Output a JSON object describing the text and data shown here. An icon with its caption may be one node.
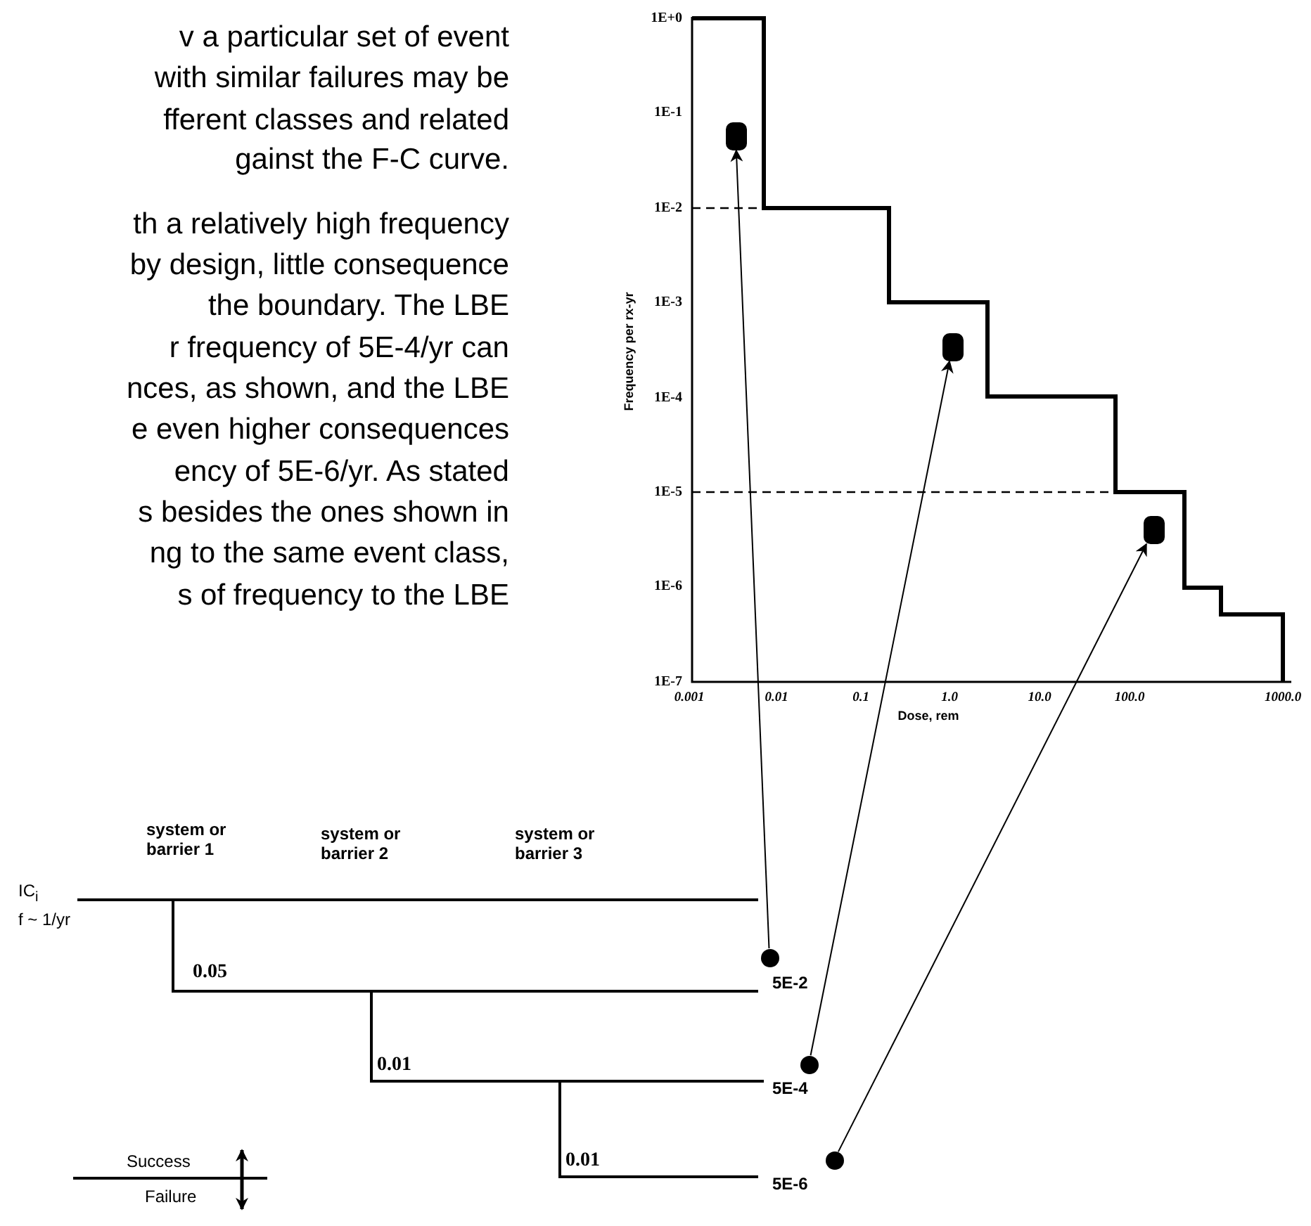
{
  "diagram": {
    "nodes": [
      {
        "text": [],
        "shape": "box"
      },
      {
        "text": [],
        "shape": "box"
      },
      {
        "text": [],
        "shape": "box"
      },
      {
        "text": [],
        "shape": "circle"
      },
      {
        "text": [],
        "shape": "circle"
      },
      {
        "text": [],
        "shape": "circle"
      }
    ],
    "edges": [
      {
        "from": 3,
        "to": 0,
        "arrow": "to"
      },
      {
        "from": 4,
        "to": 1,
        "arrow": "to"
      },
      {
        "from": 5,
        "to": 2,
        "arrow": "to"
      }
    ],
    "labels": [
      "v a particular set of event",
      "with similar failures may be",
      "fferent classes and related",
      "gainst the F-C curve.",
      "th a relatively high frequency",
      "by design, little consequence",
      "the boundary. The LBE",
      "r frequency of 5E-4/yr can",
      "nces, as shown, and the LBE",
      "e even higher consequences",
      "ency of 5E-6/yr. As stated",
      "s besides the ones shown in",
      "ng to the same event class,",
      "s of frequency to the LBE",
      "1E+0",
      "1E-1",
      "1E-2",
      "1E-3",
      "1E-4",
      "1E-5",
      "1E-6",
      "1E-7",
      "Frequency per rx-yr",
      "0.001",
      "0.01",
      "0.1",
      "1.0",
      "10.0",
      "100.0",
      "1000.0",
      "Dose, rem",
      "system or barrier 1",
      "system or barrier 2",
      "system or barrier 3",
      "IC$_{i}$",
      "f ~ 1/yr",
      "0.05",
      "5E-2",
      "0.01",
      "5E-4",
      "0.01",
      "5E-6",
      "Success",
      "Failure"
    ]
  }
}
